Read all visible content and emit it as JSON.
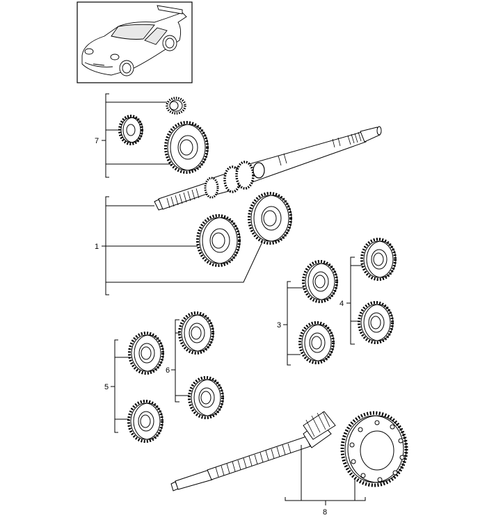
{
  "callouts": {
    "c1": "1",
    "c3": "3",
    "c4": "4",
    "c5": "5",
    "c6": "6",
    "c7": "7",
    "c8": "8"
  },
  "icons": {
    "vehicle": "car-thumbnail-icon",
    "gear": "gear-icon",
    "shaft": "shaft-icon",
    "ring_gear": "ring-gear-icon"
  }
}
